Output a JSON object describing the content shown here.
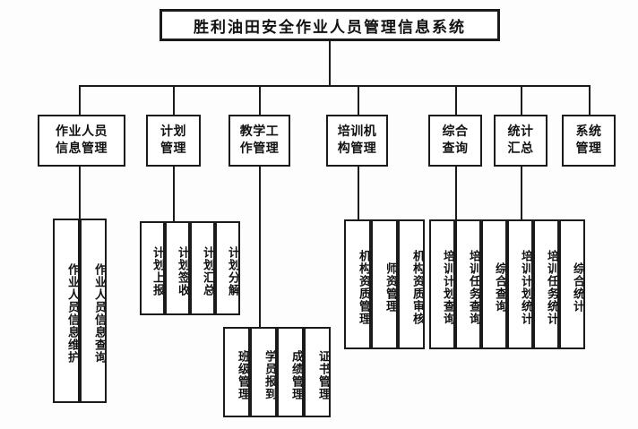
{
  "diagram": {
    "title": "胜利油田安全作业人员管理信息系统",
    "root": {
      "label": "胜利油田安全作业人员管理信息系统"
    },
    "branches": [
      {
        "id": "personnel",
        "label_line1": "作业人员",
        "label_line2": "信息管理",
        "leaves": [
          {
            "label": "作业人员信息维护"
          },
          {
            "label": "作业人员信息查询"
          }
        ]
      },
      {
        "id": "plan",
        "label_line1": "计划",
        "label_line2": "管理",
        "leaves": [
          {
            "label": "计划上报"
          },
          {
            "label": "计划签收"
          },
          {
            "label": "计划汇总"
          },
          {
            "label": "计划分解"
          }
        ]
      },
      {
        "id": "teaching",
        "label_line1": "教学工",
        "label_line2": "作管理",
        "leaves": [
          {
            "label": "班级管理"
          },
          {
            "label": "学员报到"
          },
          {
            "label": "成绩管理"
          },
          {
            "label": "证书管理"
          }
        ]
      },
      {
        "id": "institution",
        "label_line1": "培训机",
        "label_line2": "构管理",
        "leaves": [
          {
            "label": "机构资质管理"
          },
          {
            "label": "师资管理"
          },
          {
            "label": "机构资质审核"
          }
        ]
      },
      {
        "id": "query",
        "label_line1": "综合",
        "label_line2": "查询",
        "leaves": [
          {
            "label": "培训计划查询"
          },
          {
            "label": "培训任务查询"
          },
          {
            "label": "综合查询"
          }
        ]
      },
      {
        "id": "statistics",
        "label_line1": "统计",
        "label_line2": "汇总",
        "leaves": [
          {
            "label": "培训计划统计"
          },
          {
            "label": "培训任务统计"
          },
          {
            "label": "综合统计"
          }
        ]
      },
      {
        "id": "system",
        "label_line1": "系统",
        "label_line2": "管理",
        "leaves": []
      }
    ],
    "colors": {
      "line": "#1a1a1a",
      "box_fill": "#ffffff",
      "text": "#111111",
      "background": "#fdfdfd"
    }
  }
}
